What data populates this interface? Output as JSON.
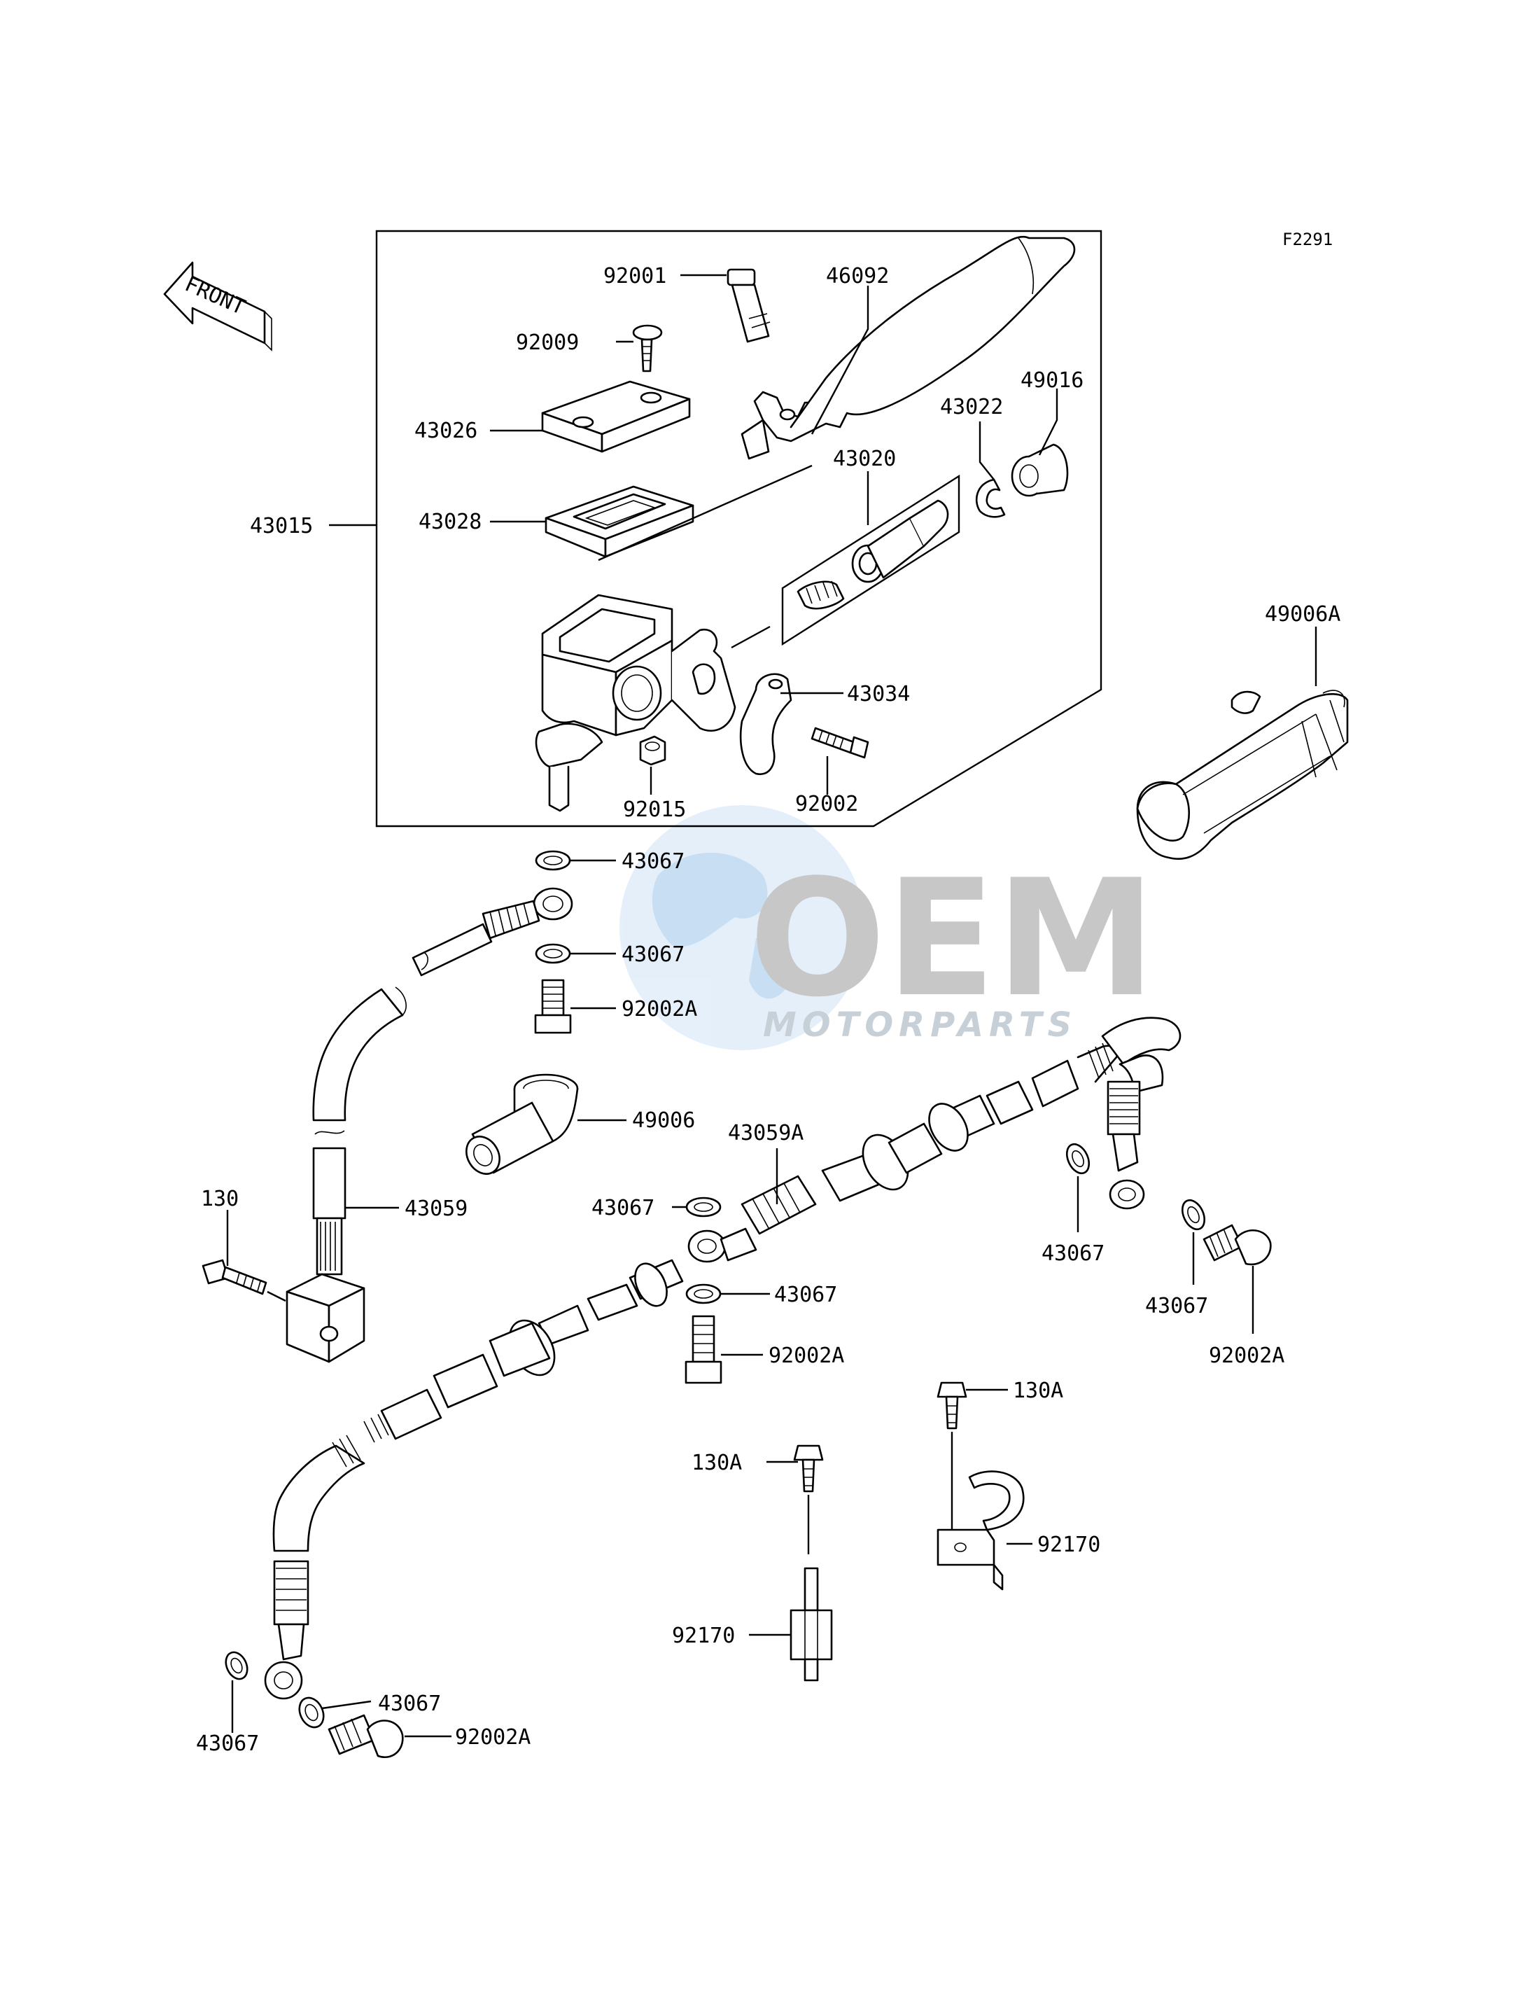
{
  "figure_code": "F2291",
  "front_label": "FRONT",
  "watermark": {
    "brand": "OEM",
    "tagline": "MOTORPARTS"
  },
  "callouts": {
    "c92001": "92001",
    "c46092": "46092",
    "c92009": "92009",
    "c49016": "49016",
    "c43022": "43022",
    "c43026": "43026",
    "c43020": "43020",
    "c43015": "43015",
    "c43028": "43028",
    "c49006A": "49006A",
    "c43034": "43034",
    "c92015": "92015",
    "c92002": "92002",
    "c43067_a": "43067",
    "c43067_b": "43067",
    "c92002A_a": "92002A",
    "c49006": "49006",
    "c43059A": "43059A",
    "c130": "130",
    "c43059": "43059",
    "c43067_c": "43067",
    "c43067_d": "43067",
    "c43067_e": "43067",
    "c43067_f": "43067",
    "c92002A_b": "92002A",
    "c92002A_c": "92002A",
    "c130A_a": "130A",
    "c130A_b": "130A",
    "c92170_a": "92170",
    "c92170_b": "92170",
    "c43067_g": "43067",
    "c43067_h": "43067",
    "c92002A_d": "92002A"
  }
}
